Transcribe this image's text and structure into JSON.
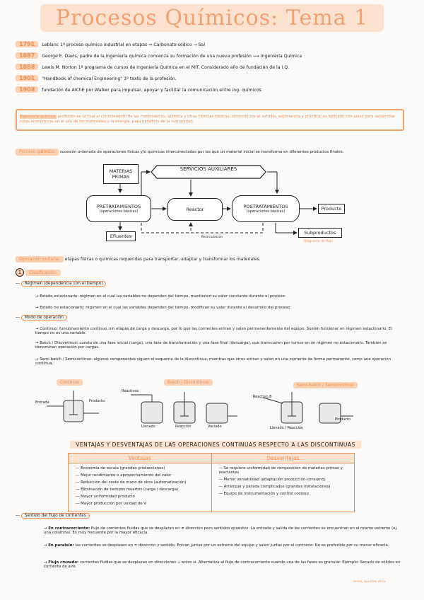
{
  "title": "Procesos Químicos: Tema 1",
  "history": [
    {
      "year": "1791",
      "text": "Leblanc 1º proceso químico industrial en etapas ⇒ Carbonato sódico → Sal"
    },
    {
      "year": "1887",
      "text": "George E. Davis, padre de la ingeniería química comienza su formación de una nueva profesión ⟿ Ingeniería Química"
    },
    {
      "year": "1888",
      "text": "Lewis M. Norton 1º programa de cursos de Ingeniería Química en el MIT. Considerado año de fundación de la I.Q."
    },
    {
      "year": "1901",
      "text": "\"Handbook of chemical Engineering\" 1º texto de la profesión."
    },
    {
      "year": "1908",
      "text": "fundación de AIChE por Walker para impulsar, apoyar y facilitar la comunicación entre ing. químicos"
    }
  ],
  "definition": {
    "term": "Ingeniería química:",
    "text": "profesión en la cual el conocimiento de las matemáticas, química y otras ciencias básicas, obtenido por el estudio, experiencia y práctica, es aplicado con juicio para desarrollar rutas económicas en el uso de los materiales y la energía, para beneficio de la humanidad."
  },
  "proceso": {
    "term": "Proceso químico:",
    "text": "sucesión ordenada de operaciones físicas y/o químicas interconectadas por las que un material inicial se transforma en diferentes productos finales."
  },
  "diagram": {
    "materias": "MATERIAS PRIMAS",
    "servicios": "SERVICIOS AUXILIARES",
    "pre": "PRETRATAMIENTOS",
    "pre_sub": "(operaciones básicas)",
    "reactor": "Reactor",
    "post": "POSTRATAMIENTOS",
    "post_sub": "(operaciones básicas)",
    "producto": "Producto",
    "efluentes": "Efluentes",
    "subproductos": "Subproductos",
    "recirculacion": "Recirculación",
    "diagram_note": "Diagrama de flujo"
  },
  "operacion": {
    "term": "Operación unitaria:",
    "text": "etapas físicas o químicas requeridas para transportar, adaptar y transformar los materiales."
  },
  "clasificacion": {
    "num": "1",
    "label": "Clasificación:",
    "regimen": "Régimen (dependencia con el tiempo)",
    "regimen_items": [
      "Estado estacionario: régimen en el cual las variables no dependen del tiempo, mantienen su valor constante durante el proceso.",
      "Estado no estacionario: régimen en el cual las variables dependen del tiempo, modifican su valor durante el desarrollo del proceso."
    ],
    "modo": "Modo de operación",
    "modo_items": [
      "Continuo: funcionamiento continuo, sin etapas de carga y descarga, por lo que las corrientes entran y salen permanentemente del equipo. Suelen funcionar en régimen estacionario. El tiempo no es una variable.",
      "Batch / Discontinuo: consta de una fase inicial (carga), una fase de transformación y una fase final (descarga), que transcurren por turnos en un régimen no estacionario. También se denominan operación por cargas.",
      "Semi-batch / Semicontinuo: algunos componentes siguen el esquema de la discontinua, mientras que otros entran y salen en una corriente de forma permanente, como una operación continua."
    ]
  },
  "equipment": {
    "continuo": "Continuo",
    "batch": "Batch / Discontinuo",
    "semibatch": "Semi-batch / Semicontinuo",
    "entrada": "Entrada",
    "producto": "Producto",
    "reactivos": "Reactivos",
    "llenado": "Llenado",
    "reaccion": "Reacción",
    "vaciado": "Vaciado",
    "reactivo_b": "Reactivo B",
    "llenado_reaccion": "Llenado / Reacción",
    "producto2": "Producto"
  },
  "ventajas": {
    "heading": "Ventajas y desventajas de las operaciones continuas respecto a las discontinuas",
    "ventajas_label": "Ventajas",
    "desventajas_label": "Desventajas",
    "ventajas": [
      "Economía de escala (grandes producciones)",
      "Mejor rendimiento o aprovechamiento del calor",
      "Reducción del coste de mano de obra (automatización)",
      "Eliminación de tiempos muertos (carga / descarga)",
      "Mayor uniformidad producto",
      "Mayor producción por unidad de V"
    ],
    "desventajas": [
      "Se requiere uniformidad de composición de materias primas y reactantes",
      "Menor versatilidad (adaptación producción-consumo)",
      "Arranque y parada complicados (grandes instalaciones)",
      "Equipo de instrumentación y control costoso"
    ]
  },
  "flujo": {
    "label": "Sentido del flujo de corrientes",
    "items": [
      {
        "term": "En contracorriente:",
        "text": "flujo de corrientes fluidas que se desplazan en ≠ dirección pero sentidos opuestos. La entrada y salida de las corrientes se encuentran en el mismo extremo (ej. una columna). Es muy frecuente por la mayor eficacia."
      },
      {
        "term": "En paralelo:",
        "text": "las corrientes se desplazan en = dirección y sentido. Entran juntas por un extremo del equipo y salen juntas por el contrario. No es preferible por su menor eficacia."
      },
      {
        "term": "Flujo cruzado:",
        "text": "corrientes fluidas que se desplazan en direcciones ⊥ entre sí. Alternativa al flujo de contracorriente cuando una de las fases es granular. Ejemplo: Secado de sólidos en corriente de aire."
      }
    ]
  },
  "signature": "tema, apuntes.docx"
}
